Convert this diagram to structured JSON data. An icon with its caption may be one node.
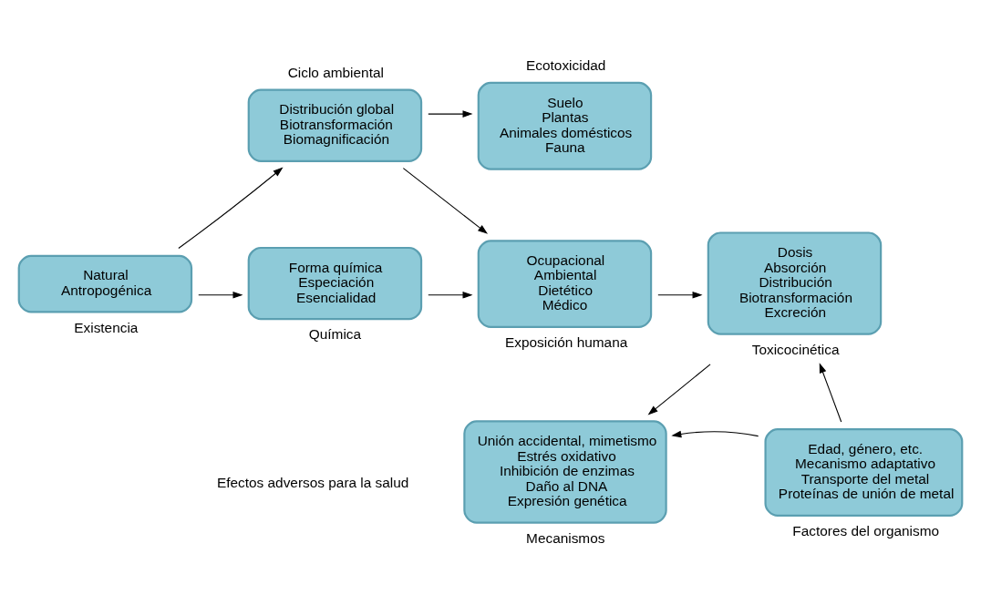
{
  "diagram": {
    "nodes": [
      {
        "text": [
          "Natural",
          "Antropogénica",
          "Existencia"
        ]
      },
      {
        "text": [
          "Ciclo ambiental",
          "Distribución global",
          "Biotransformación",
          "Biomagnificación"
        ]
      },
      {
        "text": [
          "Ecotoxicidad",
          "Suelo",
          "Plantas",
          "Animales domésticos",
          "Fauna"
        ]
      },
      {
        "text": [
          "Forma química",
          "Especiación",
          "Esencialidad",
          "Química"
        ]
      },
      {
        "text": [
          "Ocupacional",
          "Ambiental",
          "Dietético",
          "Médico",
          "Exposición humana"
        ]
      },
      {
        "text": [
          "Dosis",
          "Absorción",
          "Distribución",
          "Biotransformación",
          "Excreción",
          "Toxicocinética"
        ]
      },
      {
        "text": [
          "Unión accidental, mimetismo",
          "Estrés oxidativo",
          "Inhibición de enzimas",
          "Daño al DNA",
          "Expresión genética",
          "Mecanismos"
        ]
      },
      {
        "text": [
          "Edad, género, etc.",
          "Mecanismo adaptativo",
          "Transporte del metal",
          "Proteínas de unión de metal",
          "Factores del organismo"
        ]
      }
    ],
    "edges": [
      {
        "from": 0,
        "to": 1,
        "arrow": "to"
      },
      {
        "from": 0,
        "to": 3,
        "arrow": "to"
      },
      {
        "from": 1,
        "to": 2,
        "arrow": "to"
      },
      {
        "from": 1,
        "to": 4,
        "arrow": "to"
      },
      {
        "from": 3,
        "to": 4,
        "arrow": "to"
      },
      {
        "from": 4,
        "to": 5,
        "arrow": "to"
      },
      {
        "from": 5,
        "to": 6,
        "arrow": "to"
      },
      {
        "from": 7,
        "to": 5,
        "arrow": "to"
      },
      {
        "from": 7,
        "to": 6,
        "arrow": "to"
      }
    ],
    "labels": [
      "Efectos adversos para la salud"
    ]
  }
}
